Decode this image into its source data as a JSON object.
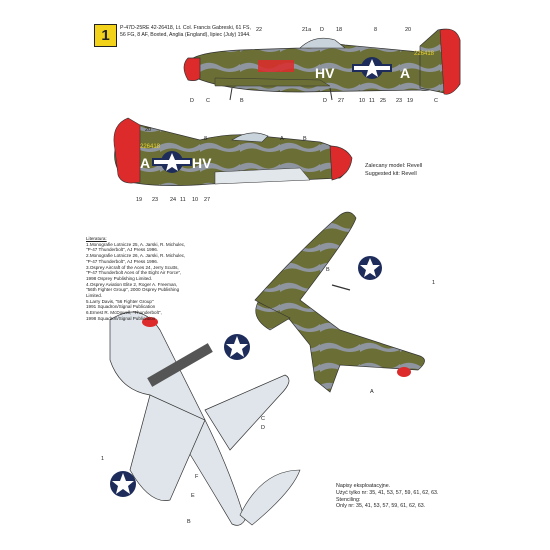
{
  "sheet": {
    "number": "1",
    "header": [
      "P-47D-25RE 42-26418, Lt. Col. Francis Gabreski, 61 FS,",
      "56 FG, 8 AF, Boxted, Anglia (England), lipiec (July) 1944."
    ],
    "kit_note": [
      "Zalecany model: Revell",
      "Suggested kit: Revell"
    ],
    "literature": {
      "title": "Literatura:",
      "items": [
        "1.Monografie Lotnicze 25, A. Jarski, R. Michulec,",
        "\"P-47 Thunderbolt\", AJ Press 1996.",
        "2.Monografie Lotnicze 26, A. Jarski, R. Michulec,",
        "\"P-47 Thunderbolt\", AJ Press 1996.",
        "3.Osprey Aircraft of the Aces 24, Jerry Scutts,",
        "\"P-47 Thunderbolt Aces of the Eight Air Force\",",
        "1998 Osprey Publishing Limited.",
        "4.Osprey Aviation Elite 2, Roger A. Freeman,",
        "\"56th Fighter Group\", 2000 Osprey Publishing",
        "Limited.",
        "5.Larry Davis, \"56 Fighter Group\"",
        "1991 Squadron/Signal Publication",
        "6.Ernest R. McDowell, \"Thunderbolt\",",
        "1998 Squadron/Signal Publication"
      ]
    },
    "stencils": [
      "Napisy eksploatacyjne.",
      "Użyć tylko nr: 35, 41, 53, 57, 59, 61, 62, 63.",
      "Stenciling:",
      "Only nr: 35, 41, 53, 57, 59, 61, 62, 63."
    ],
    "codes": {
      "left_side": "HV",
      "right_side": "A",
      "serial": "226418"
    },
    "callouts": {
      "top": [
        "22",
        "21a",
        "D",
        "18",
        "8",
        "20",
        "D",
        "C",
        "B",
        "D",
        "27",
        "10",
        "11",
        "25",
        "23",
        "19",
        "C"
      ],
      "side2": [
        "20",
        "8",
        "A",
        "B",
        "19",
        "23",
        "24",
        "11",
        "10",
        "27"
      ],
      "plan": [
        "B",
        "1",
        "A",
        "C",
        "D",
        "1",
        "F",
        "E",
        "B"
      ]
    },
    "colors": {
      "olive": "#6b6f35",
      "grey": "#8f959e",
      "red": "#dd2a2a",
      "under": "#dfe5ea",
      "badge": "#f2d21b",
      "code_yellow": "#e8d12a"
    }
  }
}
